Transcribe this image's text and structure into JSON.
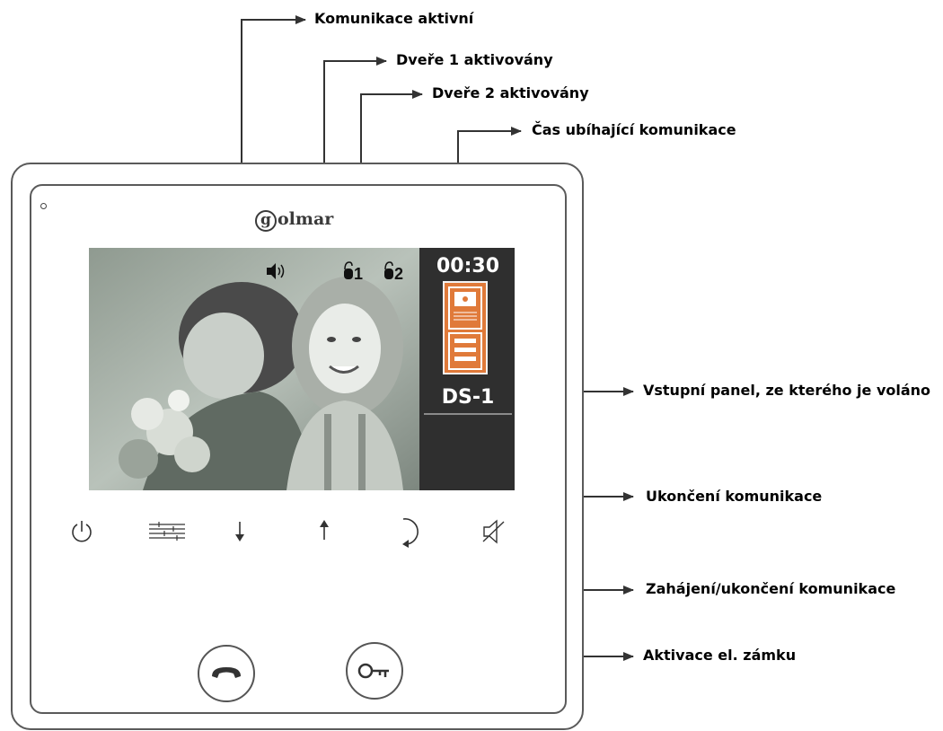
{
  "labels": {
    "communication_active": "Komunikace aktivní",
    "door1_activated": "Dveře 1 aktivovány",
    "door2_activated": "Dveře 2 aktivovány",
    "elapsed_time": "Čas ubíhající komunikace",
    "entry_panel": "Vstupní panel, ze kterého je voláno",
    "end_communication": "Ukončení komunikace",
    "start_end_communication": "Zahájení/ukončení komunikace",
    "lock_activation": "Aktivace el. zámku"
  },
  "device": {
    "brand": "olmar",
    "brand_initial": "g",
    "timer": "00:30",
    "panel_id": "DS-1",
    "door1_index": "1",
    "door2_index": "2"
  },
  "touch_buttons": [
    "power-icon",
    "settings-sliders-icon",
    "arrow-down-icon",
    "arrow-up-icon",
    "rotate-icon",
    "mute-icon"
  ],
  "colors": {
    "panel_icon": "#e07a3a",
    "screen_sidebar": "#2f2f2f",
    "frame": "#5a5a5a"
  }
}
